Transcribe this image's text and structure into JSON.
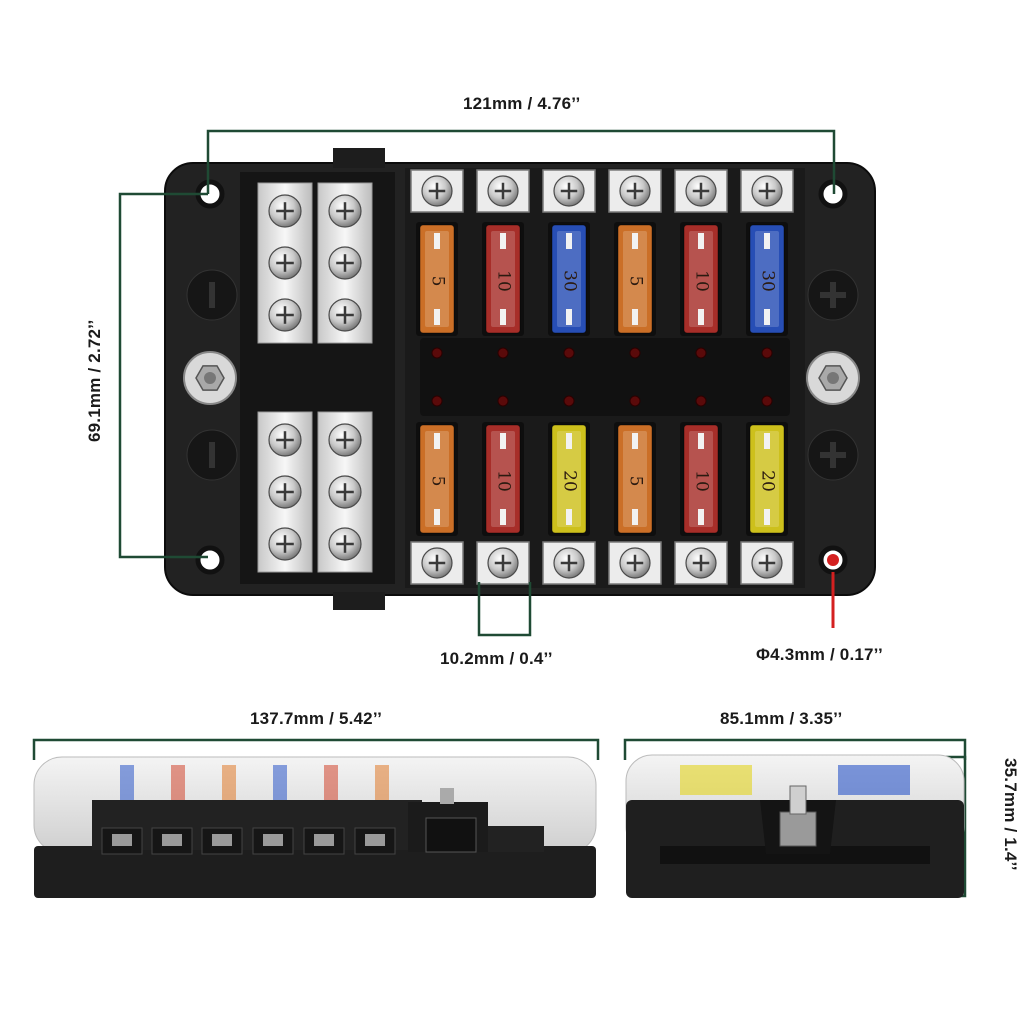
{
  "dimensions": {
    "top_width": "121mm / 4.76’’",
    "left_height": "69.1mm / 2.72’’",
    "terminal_width": "10.2mm / 0.4’’",
    "hole_diameter": "Φ4.3mm / 0.17’’",
    "side_length": "137.7mm / 5.42’’",
    "end_width": "85.1mm / 3.35’’",
    "end_height": "35.7mm / 1.4’’"
  },
  "fuses_top": [
    {
      "rating": "5",
      "color": "#e07a2a"
    },
    {
      "rating": "10",
      "color": "#b8322c"
    },
    {
      "rating": "30",
      "color": "#2a55c8"
    },
    {
      "rating": "5",
      "color": "#e07a2a"
    },
    {
      "rating": "10",
      "color": "#b8322c"
    },
    {
      "rating": "30",
      "color": "#2a55c8"
    }
  ],
  "fuses_bottom": [
    {
      "rating": "5",
      "color": "#e07a2a"
    },
    {
      "rating": "10",
      "color": "#b8322c"
    },
    {
      "rating": "20",
      "color": "#e2d41e"
    },
    {
      "rating": "5",
      "color": "#e07a2a"
    },
    {
      "rating": "10",
      "color": "#b8322c"
    },
    {
      "rating": "20",
      "color": "#e2d41e"
    }
  ],
  "colors": {
    "dimension_line": "#1f4a34",
    "hole_marker": "#d42020",
    "body": "#1b1b1b",
    "busbar": "#e9e9e9"
  }
}
